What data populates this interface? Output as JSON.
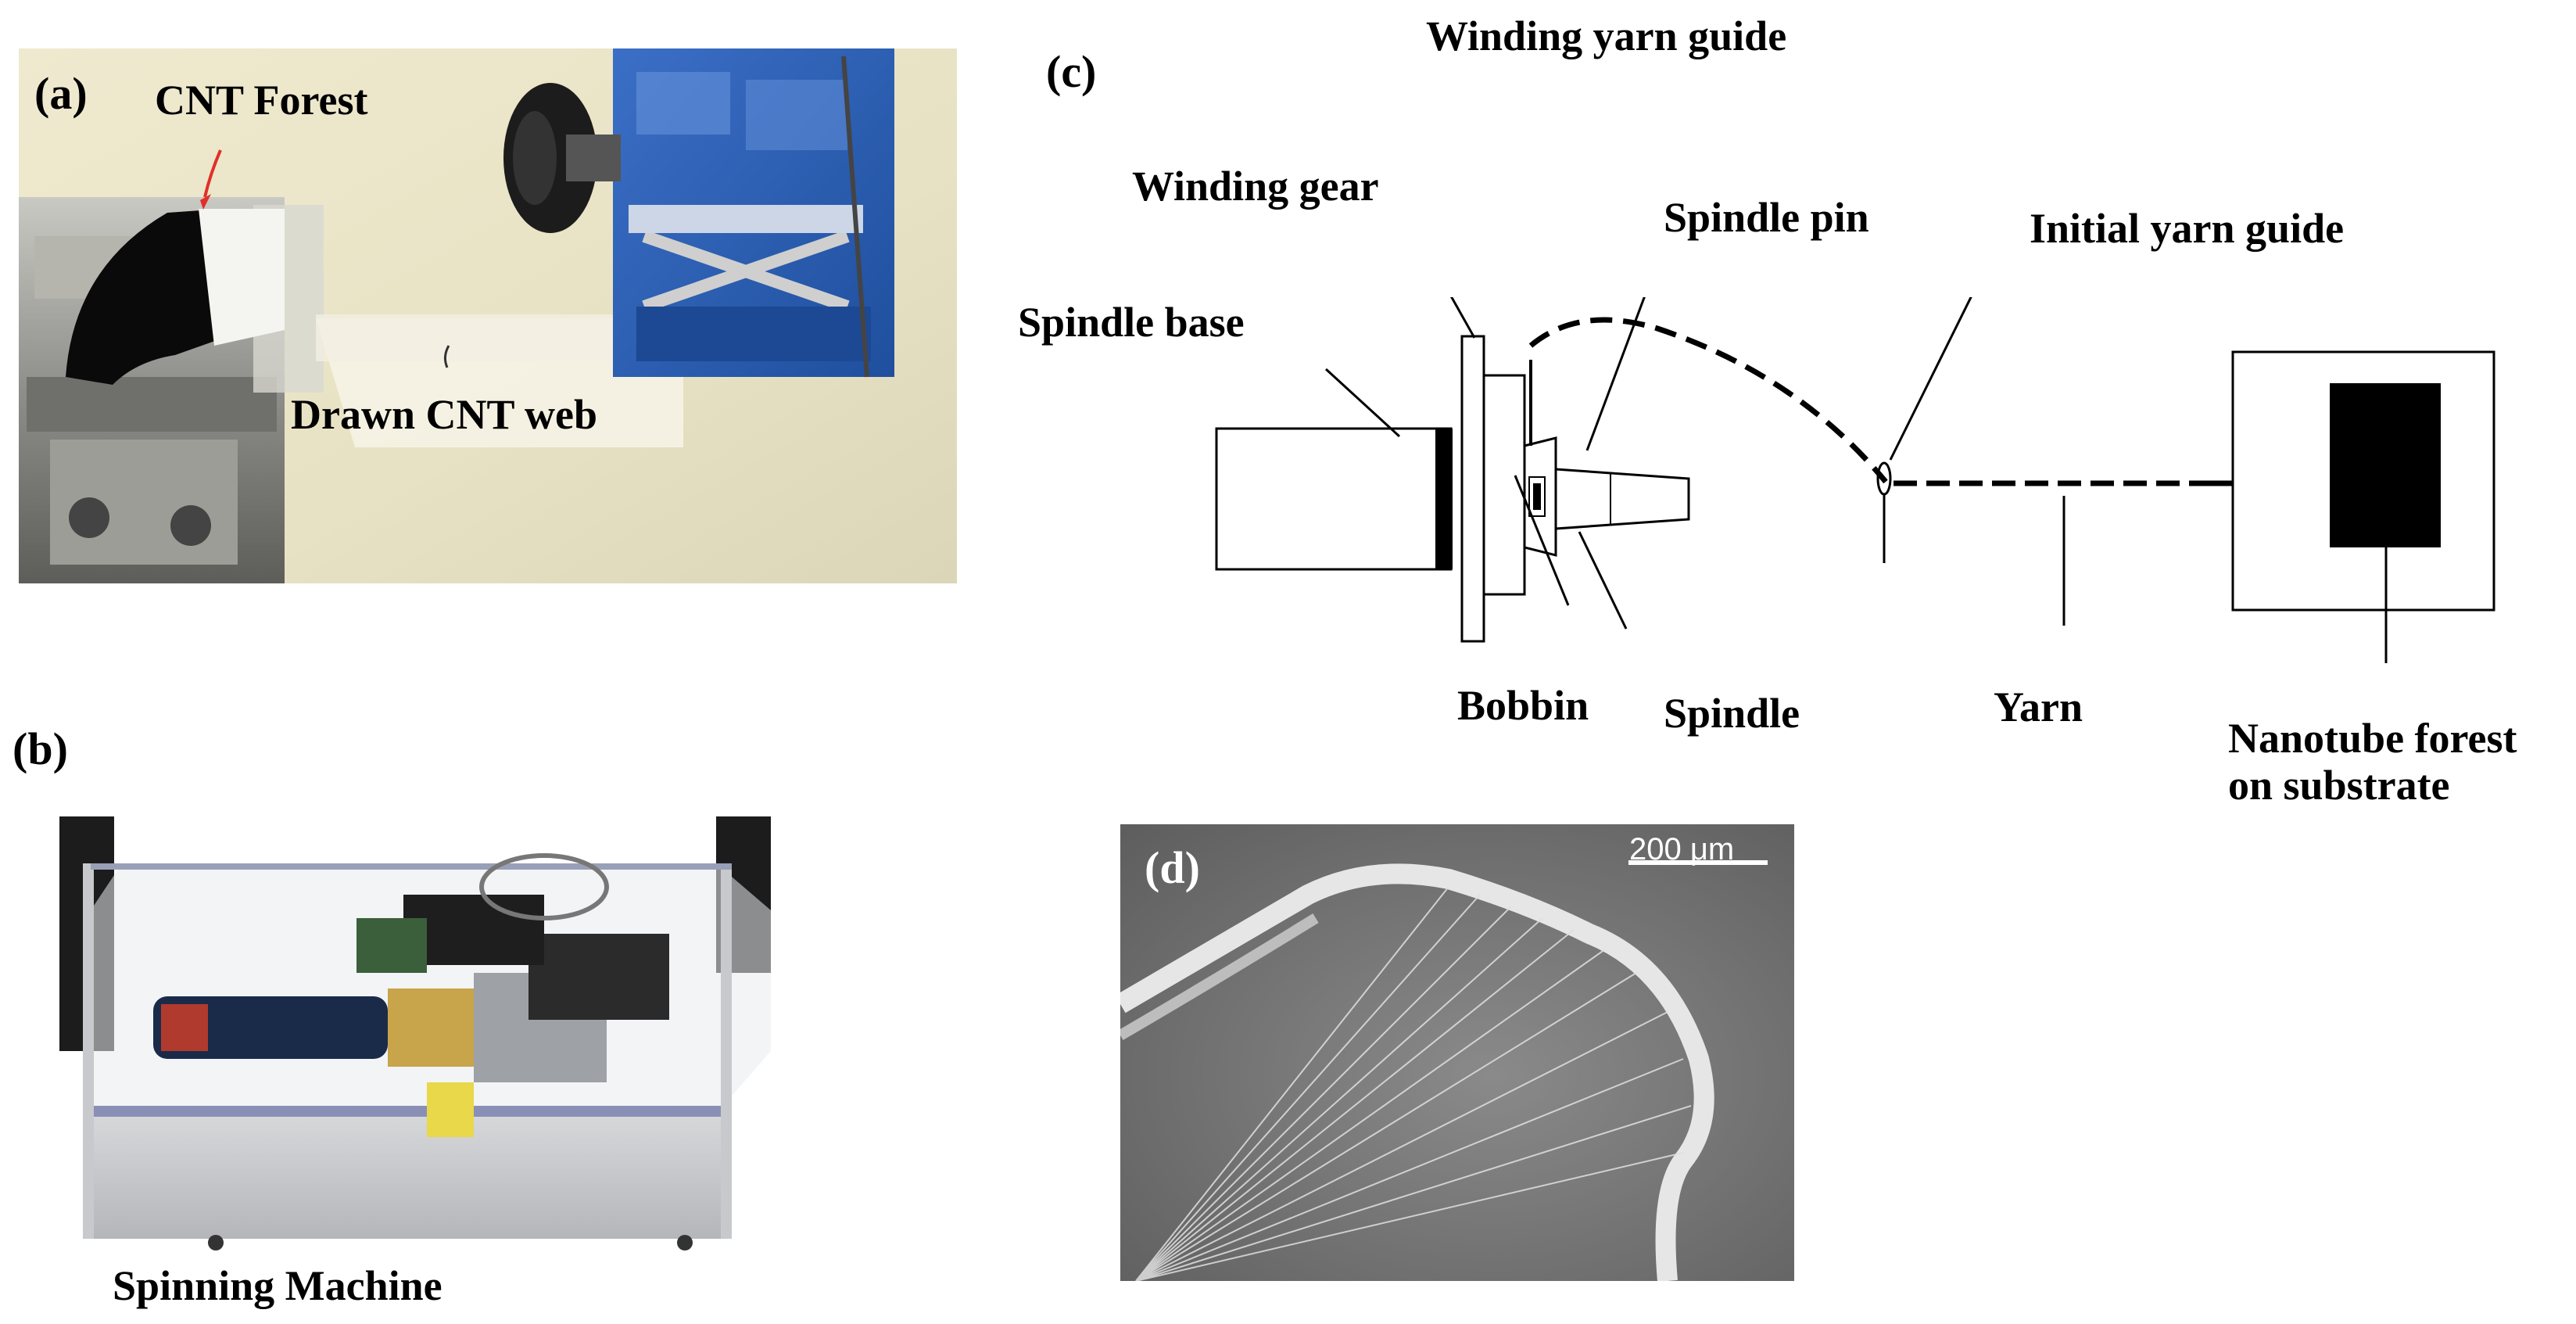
{
  "panels": {
    "a": {
      "letter": "(a)",
      "labels": {
        "forest": "CNT Forest",
        "web": "Drawn CNT web"
      }
    },
    "b": {
      "letter": "(b)",
      "caption": "Spinning Machine"
    },
    "c": {
      "letter": "(c)",
      "labels": {
        "winding_yarn_guide": "Winding yarn guide",
        "winding_gear": "Winding gear",
        "spindle_pin": "Spindle pin",
        "initial_yarn_guide": "Initial yarn guide",
        "spindle_base": "Spindle base",
        "bobbin": "Bobbin",
        "spindle": "Spindle",
        "yarn": "Yarn",
        "nanotube_forest": "Nanotube forest on substrate"
      }
    },
    "d": {
      "letter": "(d)",
      "scale_bar": "200 μm"
    }
  },
  "colors": {
    "forest_black": "#0a0a0a",
    "lab_jack_blue": "#2a5db0",
    "photo_background": "#e9e4c9",
    "sem_gray": "#7a7a7a",
    "callout_arrow_red": "#e0302a"
  }
}
